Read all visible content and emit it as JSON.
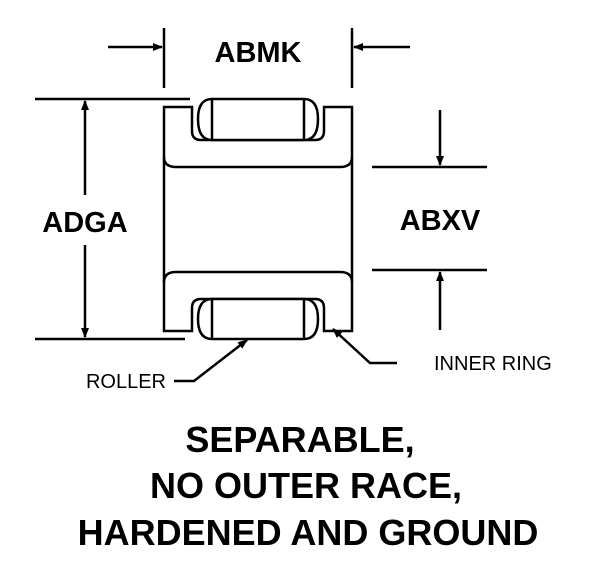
{
  "dimensions": {
    "width_label": "ABMK",
    "outer_diameter_label": "ADGA",
    "bore_label": "ABXV"
  },
  "callouts": {
    "roller": "ROLLER",
    "inner_ring": "INNER RING"
  },
  "caption": {
    "line1": "SEPARABLE,",
    "line2": "NO OUTER RACE,",
    "line3": "HARDENED AND GROUND"
  },
  "colors": {
    "ink": "#000000",
    "background": "#ffffff"
  }
}
